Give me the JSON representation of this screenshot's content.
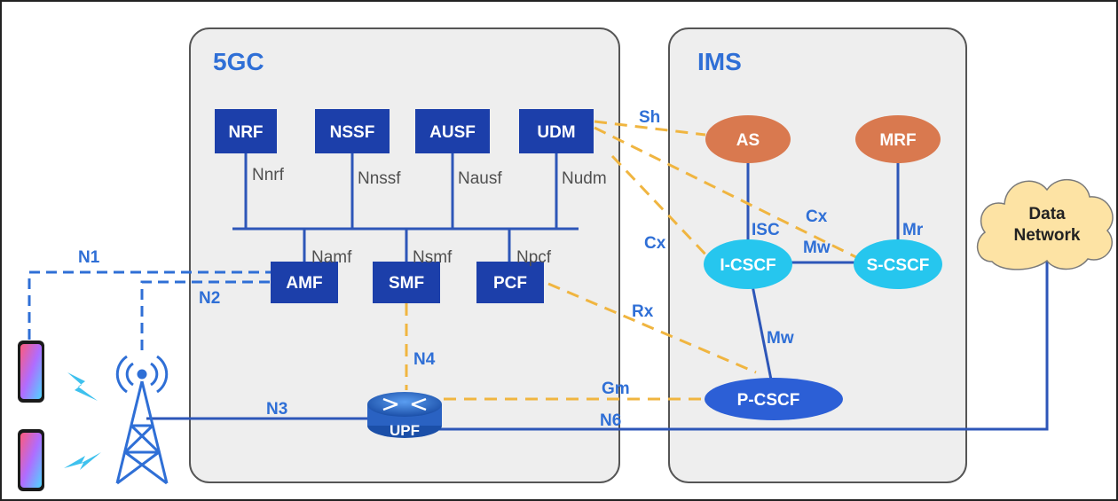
{
  "zones": {
    "core": "5GC",
    "ims": "IMS"
  },
  "core_nfs": {
    "nrf": "NRF",
    "nssf": "NSSF",
    "ausf": "AUSF",
    "udm": "UDM",
    "amf": "AMF",
    "smf": "SMF",
    "pcf": "PCF",
    "upf": "UPF"
  },
  "sbi": {
    "nnrf": "Nnrf",
    "nnssf": "Nnssf",
    "nausf": "Nausf",
    "nudm": "Nudm",
    "namf": "Namf",
    "nsmf": "Nsmf",
    "npcf": "Npcf"
  },
  "ims_nodes": {
    "as": "AS",
    "mrf": "MRF",
    "icscf": "I-CSCF",
    "scscf": "S-CSCF",
    "pcscf": "P-CSCF"
  },
  "interfaces": {
    "n1": "N1",
    "n2": "N2",
    "n3": "N3",
    "n4": "N4",
    "n6": "N6",
    "sh": "Sh",
    "cx_top": "Cx",
    "cx_left": "Cx",
    "isc": "ISC",
    "mr": "Mr",
    "mw_h": "Mw",
    "mw_v": "Mw",
    "rx": "Rx",
    "gm": "Gm"
  },
  "data_network": {
    "line1": "Data",
    "line2": "Network"
  },
  "colors": {
    "nf_box": "#1c3faa",
    "orange_node": "#d9794f",
    "cyan_node": "#26c6ee",
    "pcscf_node": "#2c5fd6",
    "zone_fill": "#eeeeee",
    "dashed_yellow": "#f0b540",
    "cloud": "#fde3a4"
  }
}
